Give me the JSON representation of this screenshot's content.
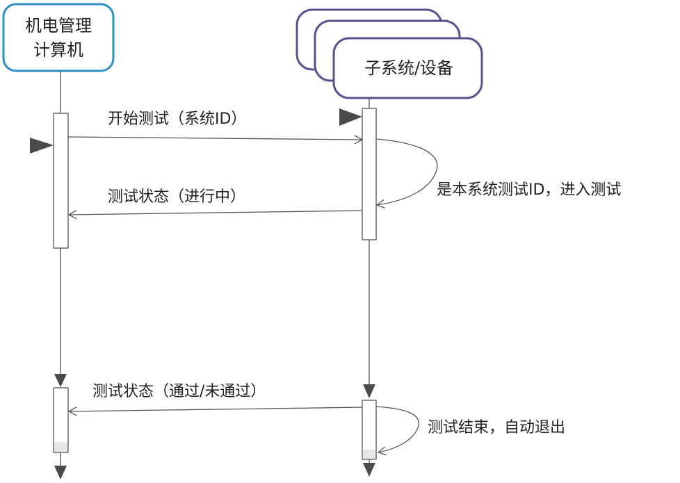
{
  "actors": {
    "left": {
      "line1": "机电管理",
      "line2": "计算机"
    },
    "right": {
      "label": "子系统/设备"
    }
  },
  "messages": [
    {
      "label": "开始测试（系统ID）"
    },
    {
      "label": "测试状态（进行中）"
    },
    {
      "label": "测试状态（通过/未通过）"
    }
  ],
  "notes": [
    {
      "label": "是本系统测试ID，进入测试"
    },
    {
      "label": "测试结束，自动退出"
    }
  ],
  "colors": {
    "left_actor_border": "#2a8fc7",
    "right_actor_border": "#5b4f8e",
    "line": "#555555",
    "arrowhead": "#4a4a4a"
  }
}
